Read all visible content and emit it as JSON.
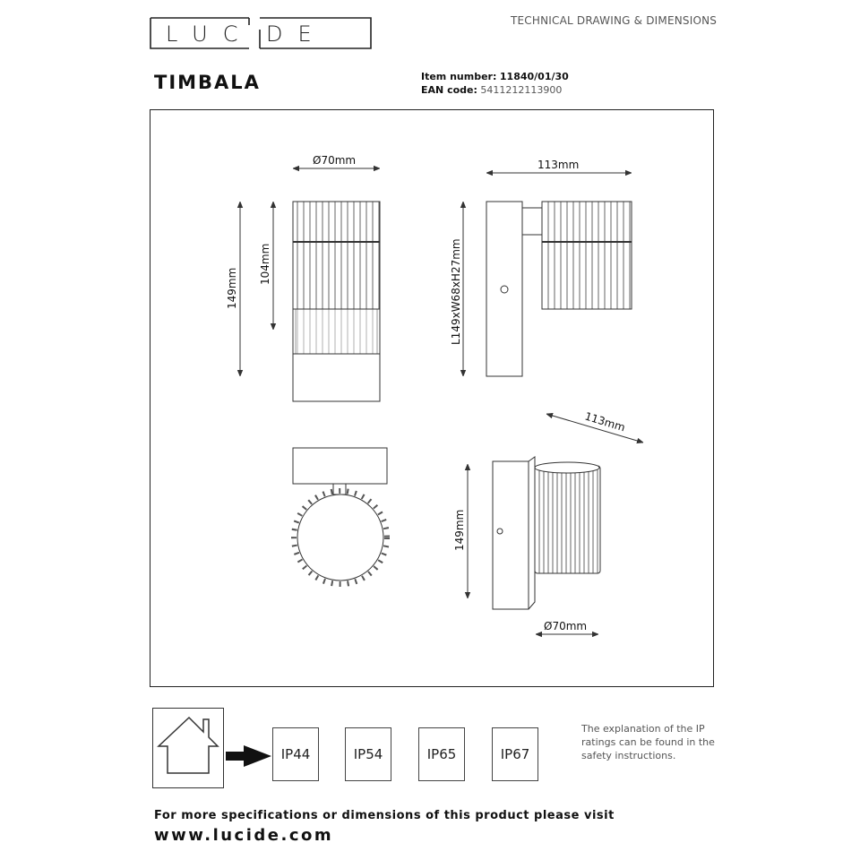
{
  "header": {
    "logo_text": "LUCIDE",
    "doc_type": "TECHNICAL DRAWING & DIMENSIONS",
    "product_name": "TIMBALA",
    "item_number_label": "Item number:",
    "item_number": "11840/01/30",
    "ean_label": "EAN code:",
    "ean": "5411212113900"
  },
  "drawing": {
    "front_diameter": "Ø70mm",
    "front_height": "149mm",
    "shade_height": "104mm",
    "side_depth": "113mm",
    "side_overall": "L149xW68xH27mm",
    "persp_depth": "113mm",
    "persp_height": "149mm",
    "persp_diameter": "Ø70mm"
  },
  "ip": {
    "ratings": [
      "IP44",
      "IP54",
      "IP65",
      "IP67"
    ],
    "note": "The explanation of the IP ratings can be found in the safety instructions."
  },
  "footer": {
    "more_text": "For more specifications or dimensions of this product please visit",
    "url": "www.lucide.com"
  }
}
